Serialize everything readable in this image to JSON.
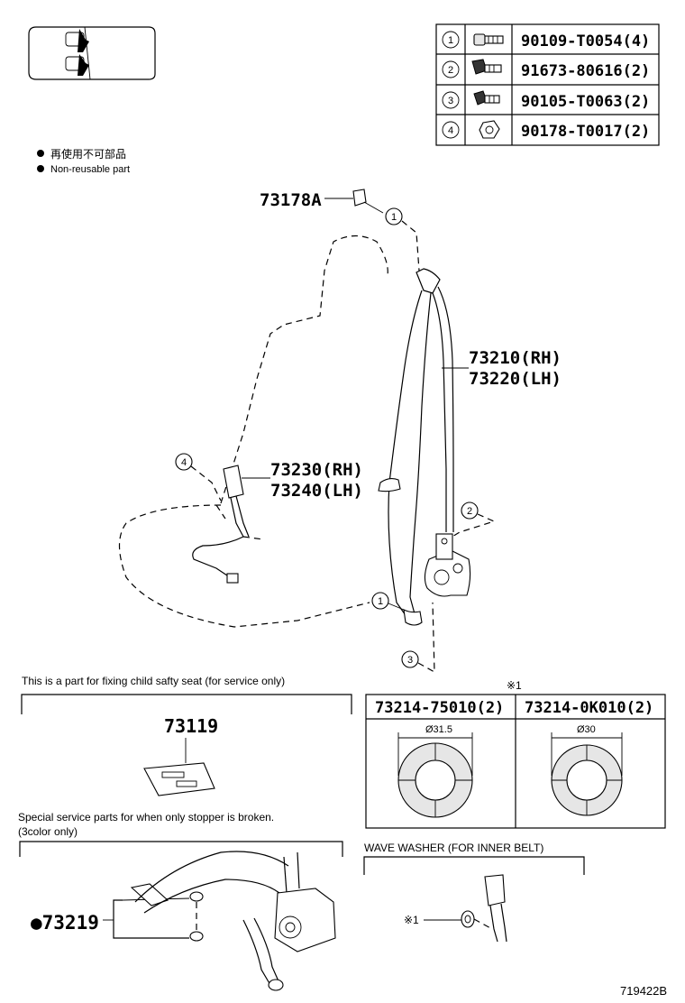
{
  "fastener_table": [
    {
      "num": "1",
      "part": "90109-T0054(4)",
      "icon": "bolt-icon"
    },
    {
      "num": "2",
      "part": "91673-80616(2)",
      "icon": "flange-bolt-icon"
    },
    {
      "num": "3",
      "part": "90105-T0063(2)",
      "icon": "hex-bolt-icon"
    },
    {
      "num": "4",
      "part": "90178-T0017(2)",
      "icon": "nut-icon"
    }
  ],
  "legend": {
    "non_reusable_jp": "再使用不可部品",
    "non_reusable_en": "Non-reusable part"
  },
  "callouts": {
    "cover": "73178A",
    "belt_rh": "73210(RH)",
    "belt_lh": "73220(LH)",
    "buckle_rh": "73230(RH)",
    "buckle_lh": "73240(LH)",
    "ref1_top": "1",
    "ref2": "2",
    "ref4": "4",
    "ref1_bottom": "1",
    "ref3": "3"
  },
  "child_seat_section": {
    "note": "This is a part for fixing child safty seat (for service only)",
    "part": "73119"
  },
  "washer_table": {
    "marker": "※1",
    "columns": [
      {
        "part": "73214-75010(2)",
        "dim": "Ø31.5"
      },
      {
        "part": "73214-0K010(2)",
        "dim": "Ø30"
      }
    ]
  },
  "stopper_section": {
    "note_line1": "Special service parts for when only stopper is broken.",
    "note_line2": "(3color only)",
    "part": "●73219"
  },
  "wave_washer_section": {
    "title": "WAVE WASHER (FOR INNER BELT)",
    "marker": "※1"
  },
  "figure_id": "719422B"
}
